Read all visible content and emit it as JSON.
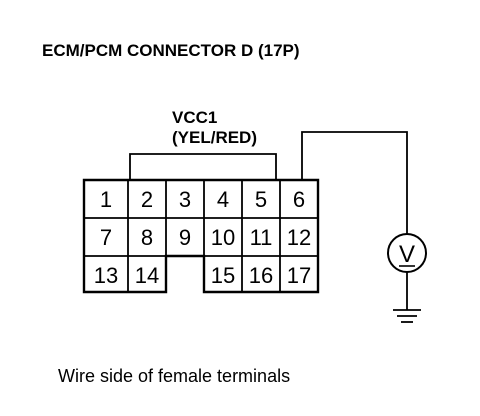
{
  "title": "ECM/PCM CONNECTOR D (17P)",
  "signal_label": {
    "line1": "VCC1",
    "line2": "(YEL/RED)"
  },
  "terminals": {
    "row1": [
      "1",
      "2",
      "3",
      "4",
      "5",
      "6"
    ],
    "row2": [
      "7",
      "8",
      "9",
      "10",
      "11",
      "12"
    ],
    "row3_left": [
      "13",
      "14"
    ],
    "row3_right": [
      "15",
      "16",
      "17"
    ]
  },
  "meter_symbol": "V",
  "caption": "Wire side of female terminals"
}
